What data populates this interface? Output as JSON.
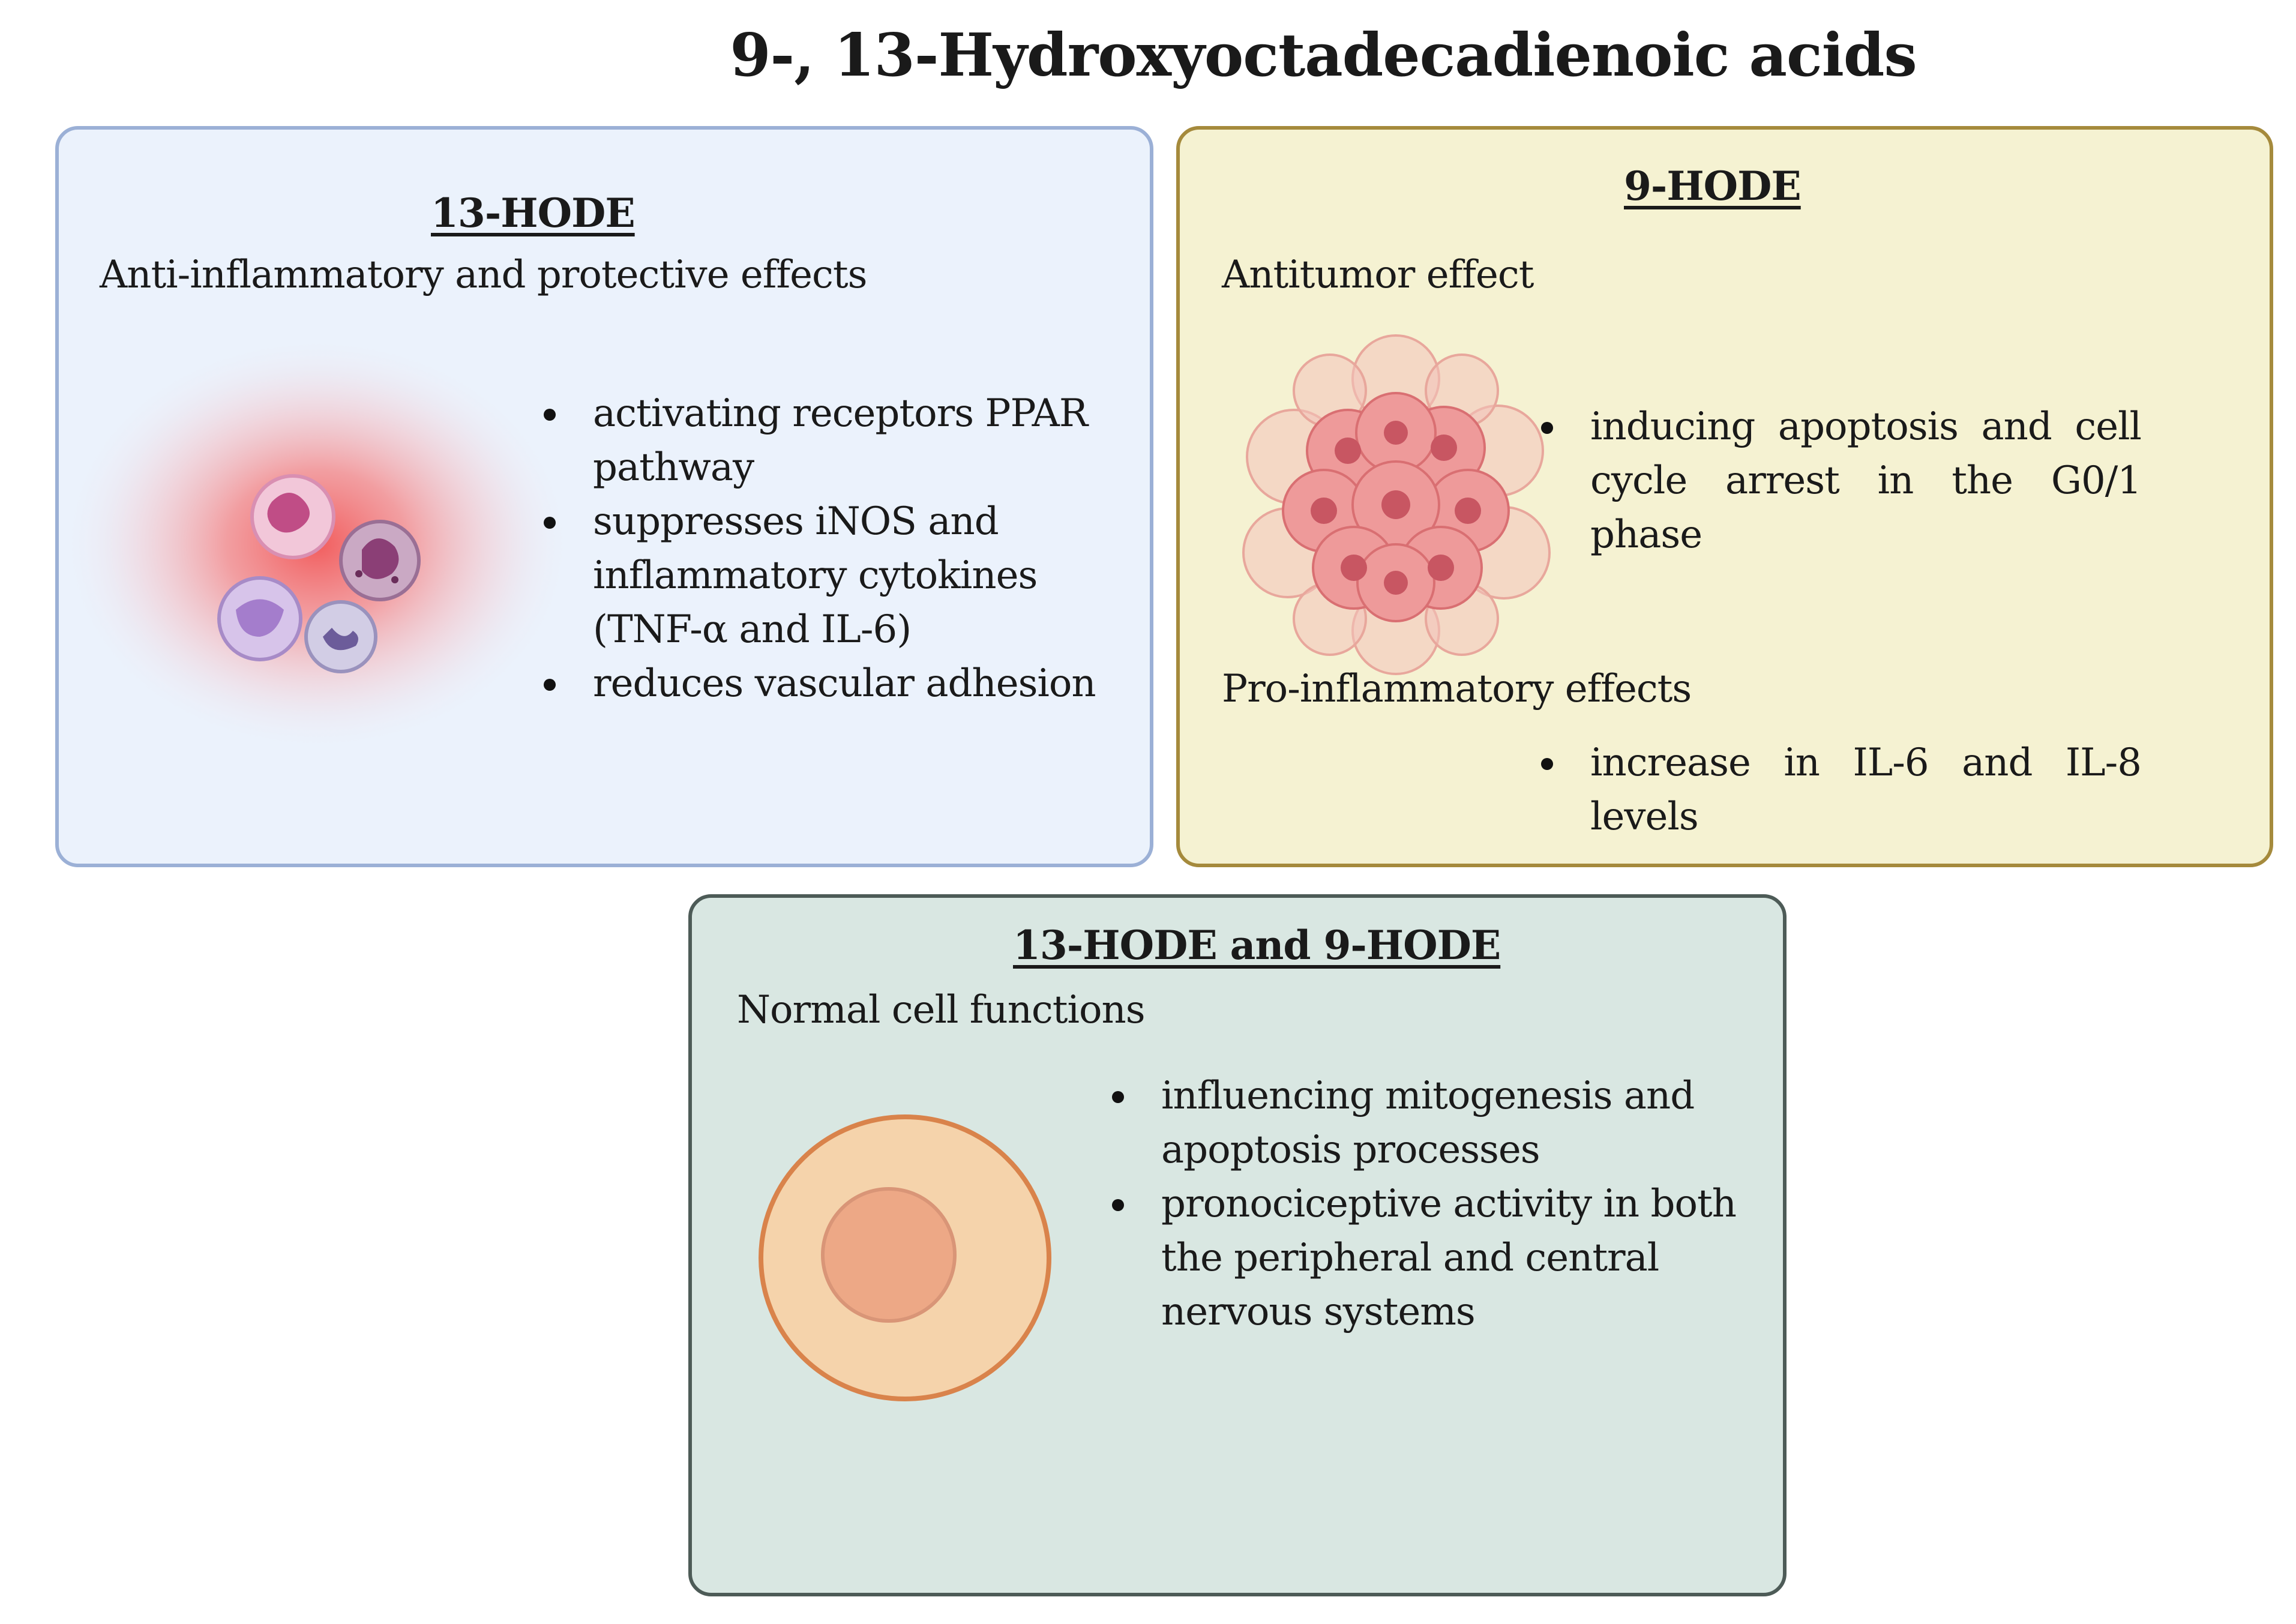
{
  "title": "9-, 13-Hydroxyoctadecadienoic acids",
  "panels": {
    "hode13": {
      "heading": "13-HODE",
      "subtitle": "Anti-inflammatory and protective effects",
      "bullets": [
        "activating receptors PPAR pathway",
        "suppresses iNOS and inflammatory cytokines (TNF-α and IL-6)",
        "reduces vascular adhesion"
      ],
      "illustration_icon": "immune-cells-icon"
    },
    "hode9": {
      "heading": "9-HODE",
      "subtitle_1": "Antitumor effect",
      "bullets_1": [
        "inducing apoptosis and cell cycle arrest in the G0/1 phase"
      ],
      "subtitle_2": "Pro-inflammatory effects",
      "bullets_2": [
        "increase in IL-6 and IL-8 levels"
      ],
      "illustration_icon": "tumor-cell-cluster-icon"
    },
    "both": {
      "heading": "13-HODE and 9-HODE",
      "subtitle": "Normal cell functions",
      "bullets": [
        "influencing mitogenesis and apoptosis processes",
        "pronociceptive activity in both the peripheral and central nervous systems"
      ],
      "illustration_icon": "normal-cell-icon"
    }
  },
  "colors": {
    "panel_13_fill": "#ebf2fc",
    "panel_13_border": "#9bb0d6",
    "panel_9_fill": "#f5f2d2",
    "panel_9_border": "#a58a3c",
    "panel_both_fill": "#d9e7e2",
    "panel_both_border": "#4d5b57"
  }
}
